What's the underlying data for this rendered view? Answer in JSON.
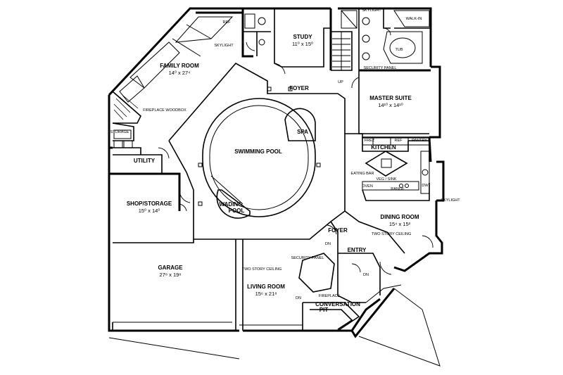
{
  "rooms": {
    "family_room": {
      "name": "FAMILY ROOM",
      "dims": "14⁰ x 27⁴"
    },
    "study": {
      "name": "STUDY",
      "dims": "11⁰ x 15⁰"
    },
    "foyer_top": {
      "name": "FOYER"
    },
    "master_suite": {
      "name": "MASTER SUITE",
      "dims": "14¹⁰ x 14¹⁰"
    },
    "swimming_pool": {
      "name": "SWIMMING POOL"
    },
    "spa": {
      "name": "SPA"
    },
    "wading_pool": {
      "name": "WADING POOL"
    },
    "kitchen": {
      "name": "KITCHEN"
    },
    "utility": {
      "name": "UTILITY"
    },
    "shop_storage": {
      "name": "SHOP/STORAGE",
      "dims": "15⁰ x 14⁰"
    },
    "dining_room": {
      "name": "DINING ROOM",
      "dims": "15⁴ x 15²"
    },
    "foyer_bottom": {
      "name": "FOYER"
    },
    "entry": {
      "name": "ENTRY"
    },
    "garage": {
      "name": "GARAGE",
      "dims": "27⁸ x 19⁸"
    },
    "living_room": {
      "name": "LIVING ROOM",
      "dims": "15⁶ x 21⁸"
    },
    "conversation_pit": {
      "name": "CONVERSATION",
      "name2": "PIT"
    }
  },
  "notes": {
    "skylight_family": "SKYLIGHT",
    "skylight_master": "SKYLIGHT",
    "skylight_dining": "SKYLIGHT",
    "walk_in": "WALK-IN",
    "tub": "TUB",
    "security_panel_top": "SECURITY PANEL",
    "security_panel_bottom": "SECURITY PANEL",
    "fireplace_woodbox": "FIREPLACE WOODBOX",
    "storage": "STORAGE",
    "freezer": "FREZ",
    "ref": "REF",
    "pantry": "PANTRY",
    "eating_bar": "EATING BAR",
    "veg_sink": "VEG / SINK",
    "oven": "OVEN",
    "range": "RANGE",
    "dw": "DW",
    "two_story_ceiling_dining": "TWO STORY CEILING",
    "two_story_ceiling_living": "TWO STORY CEILING",
    "fireplace_living": "FIREPLACE",
    "ref_family": "REF",
    "up": "UP",
    "dn": "DN"
  }
}
